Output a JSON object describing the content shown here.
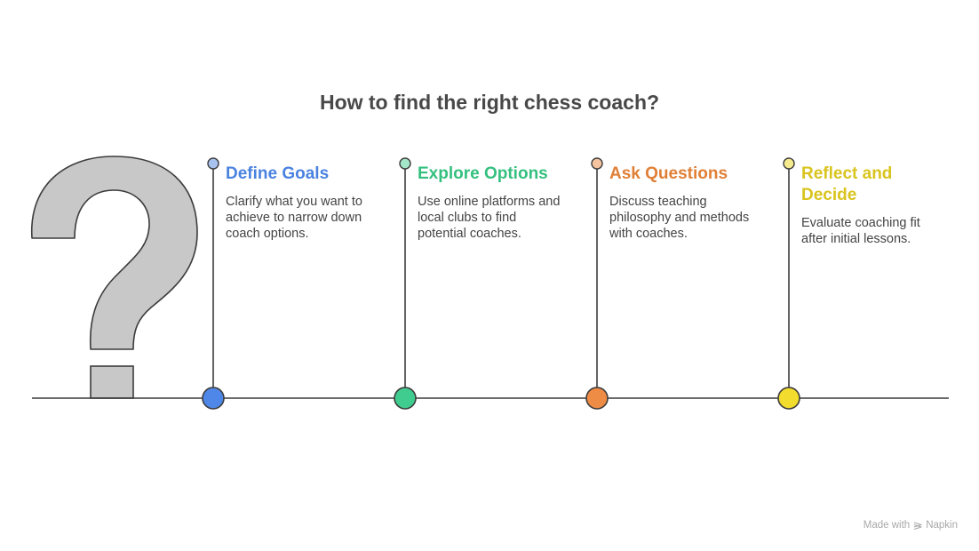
{
  "title": "How to find the right chess coach?",
  "steps": [
    {
      "title": "Define Goals",
      "description": "Clarify what you want to achieve to narrow down coach options.",
      "color": "#4F87E8",
      "light_color": "#A9C3F0"
    },
    {
      "title": "Explore Options",
      "description": "Use online platforms and local clubs to find potential coaches.",
      "color": "#3FCC8E",
      "light_color": "#A4E6C8"
    },
    {
      "title": "Ask Questions",
      "description": "Discuss teaching philosophy and methods with coaches.",
      "color": "#EE8B45",
      "light_color": "#F5C39F"
    },
    {
      "title": "Reflect and Decide",
      "description": "Evaluate coaching fit after initial lessons.",
      "color": "#F2DC2E",
      "light_color": "#F6EA8E"
    }
  ],
  "title_colors": [
    "#4A82E0",
    "#35C07F",
    "#E07F36",
    "#D9C41D"
  ],
  "question_mark_color": "#C8C8C8",
  "line_color": "#3C3C3C",
  "watermark": {
    "prefix": "Made with",
    "brand": "Napkin"
  }
}
